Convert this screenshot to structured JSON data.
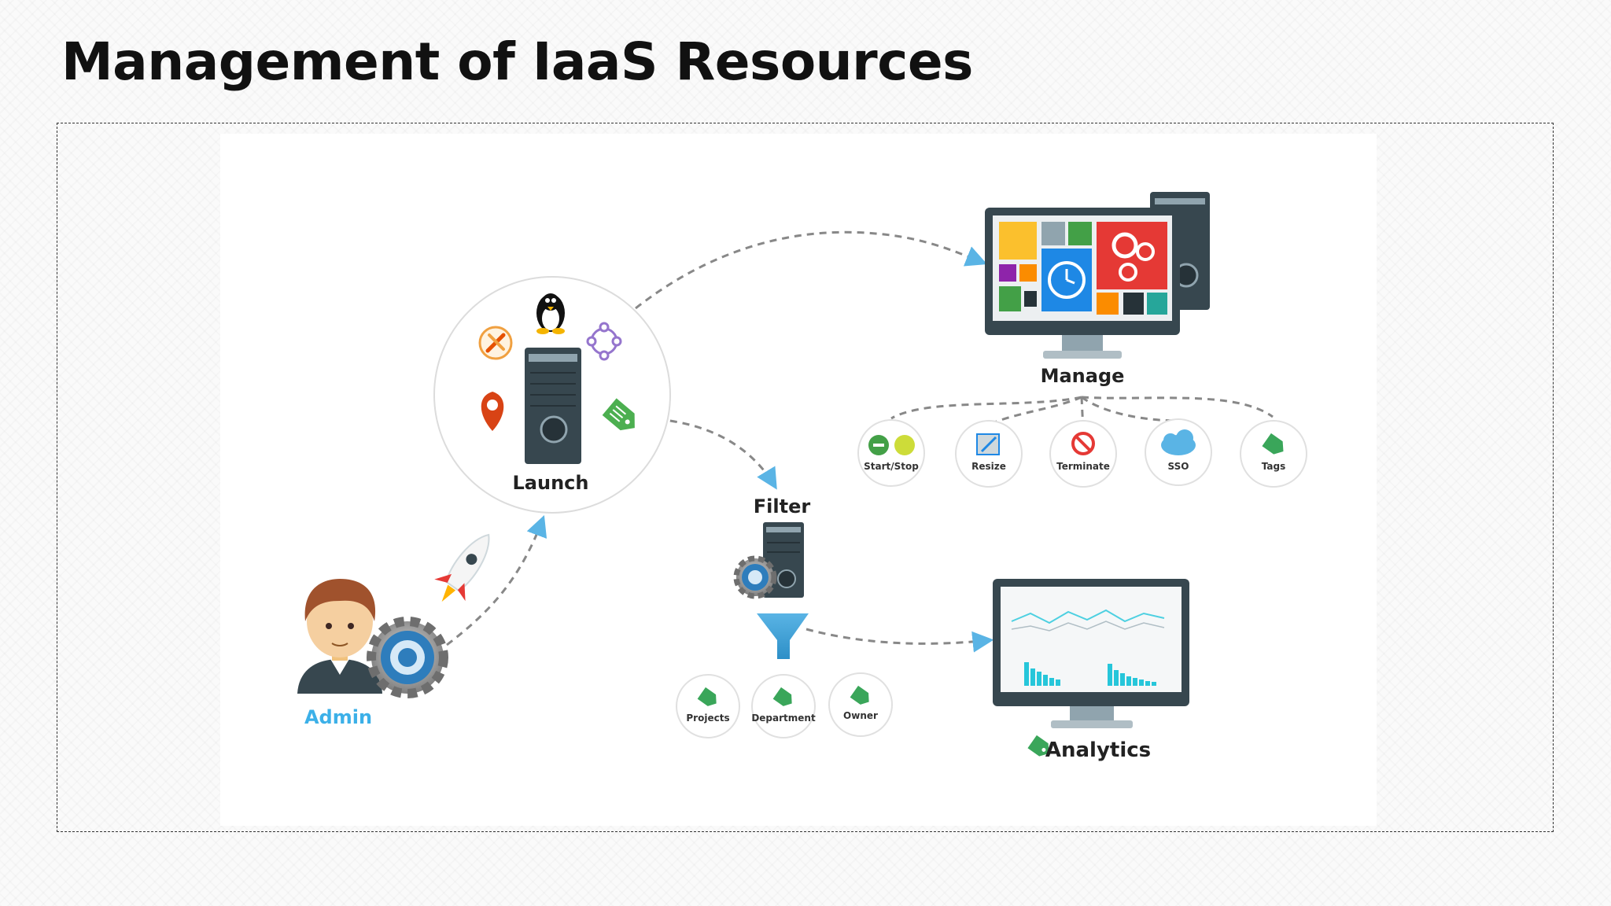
{
  "title": "Management of IaaS Resources",
  "diagram": {
    "admin_label": "Admin",
    "launch_label": "Launch",
    "filter_label": "Filter",
    "manage_label": "Manage",
    "analytics_label": "Analytics",
    "manage_actions": [
      "Start/Stop",
      "Resize",
      "Terminate",
      "SSO",
      "Tags"
    ],
    "filter_tags": [
      "Projects",
      "Department",
      "Owner"
    ],
    "launch_icons": [
      "linux-penguin-icon",
      "tools-icon",
      "network-icon",
      "location-pin-icon",
      "tag-icon",
      "server-icon"
    ],
    "colors": {
      "accent_blue": "#5ab4e5",
      "admin_label": "#3cb0e8",
      "tag_green": "#3aa65a",
      "connector_gray": "#888888",
      "monitor_dark": "#37474f"
    }
  }
}
